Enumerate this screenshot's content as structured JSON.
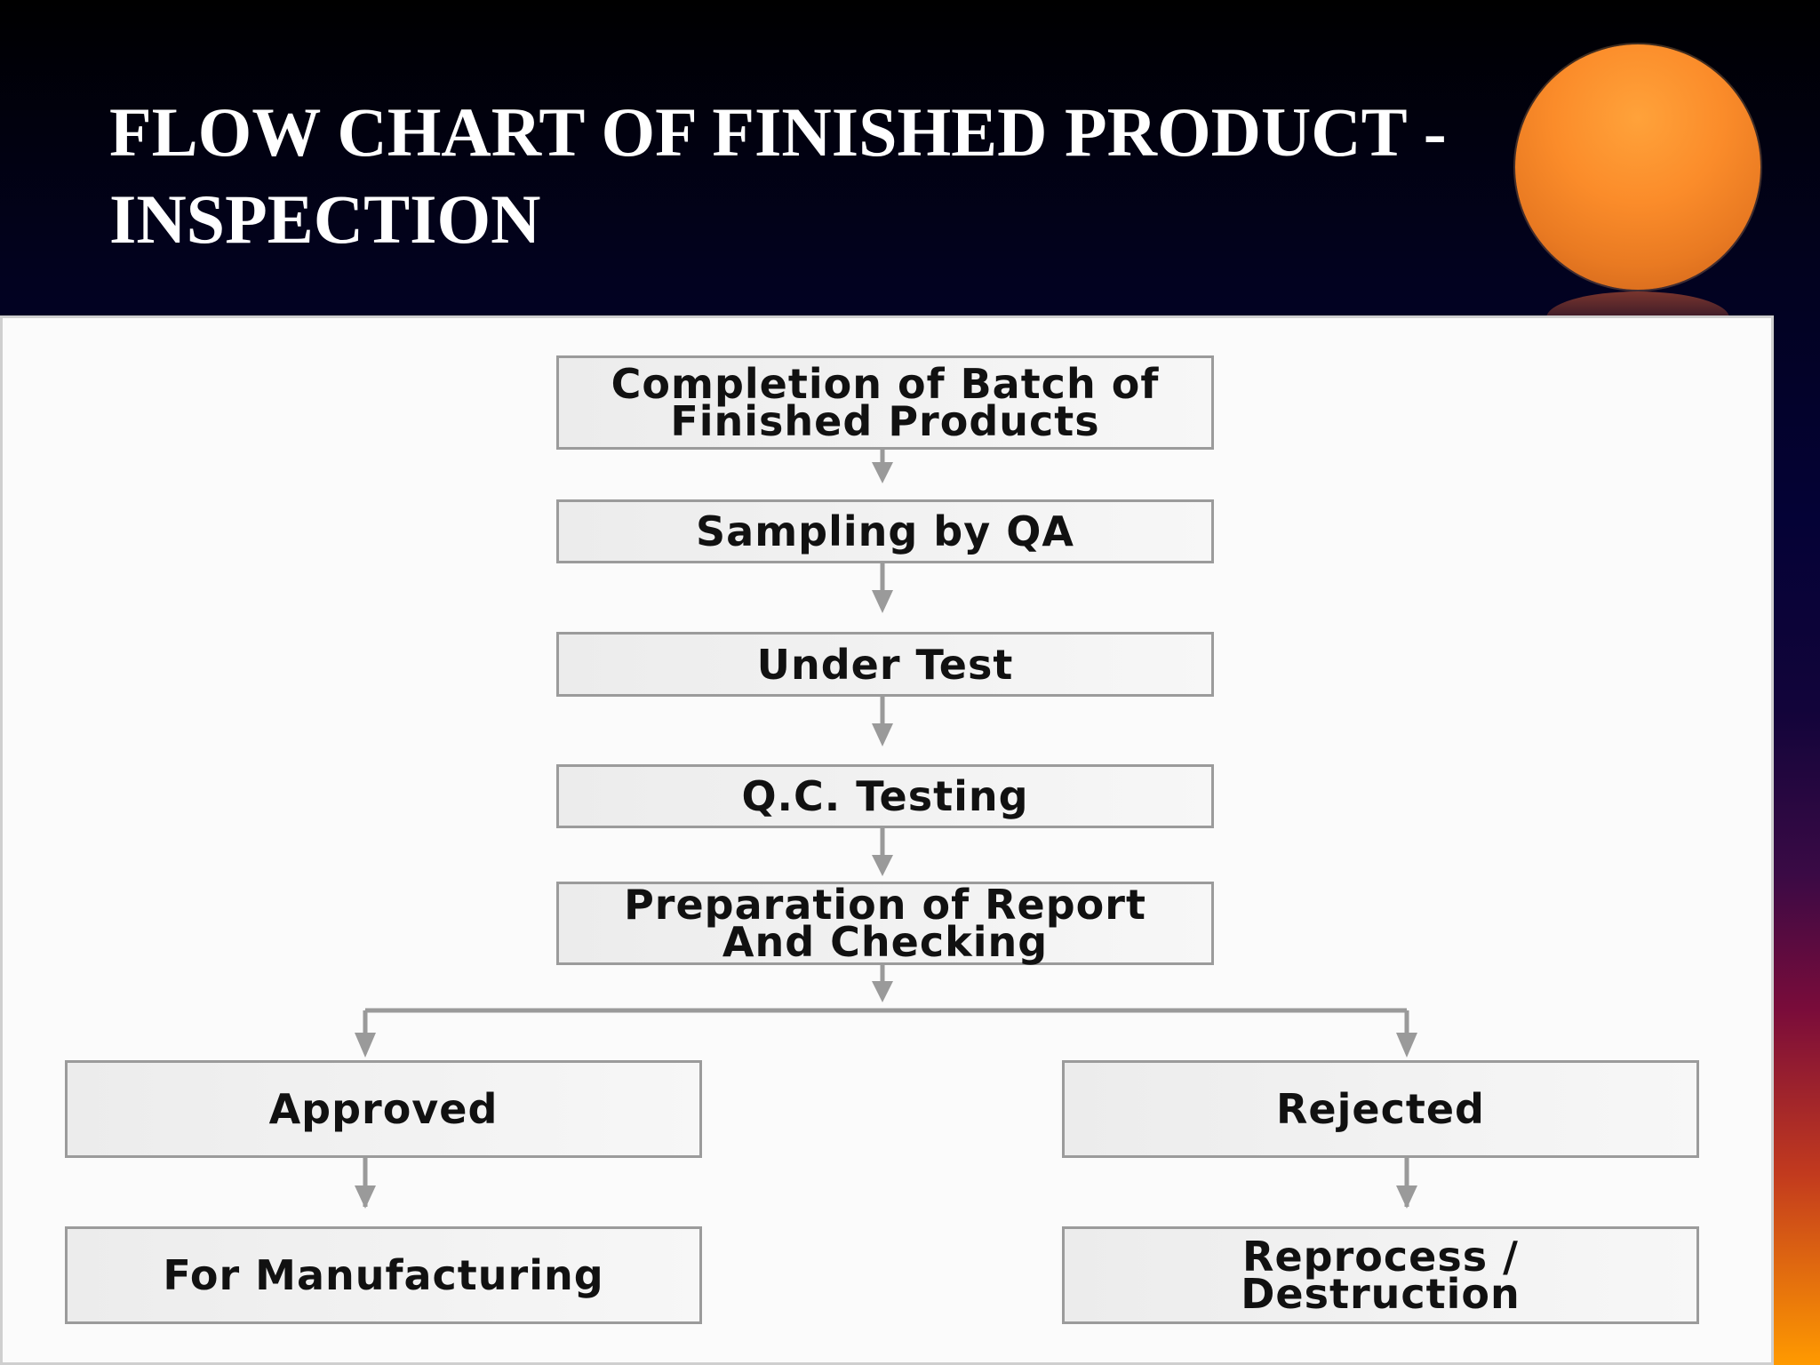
{
  "slide": {
    "title_line1": "FLOW CHART OF FINISHED PRODUCT -",
    "title_line2": "INSPECTION"
  },
  "flowchart": {
    "steps": [
      {
        "id": "completion",
        "label": "Completion of Batch of\nFinished Products"
      },
      {
        "id": "sampling",
        "label": "Sampling by QA"
      },
      {
        "id": "under-test",
        "label": "Under Test"
      },
      {
        "id": "qc-testing",
        "label": "Q.C. Testing"
      },
      {
        "id": "report",
        "label": "Preparation of Report\nAnd Checking"
      }
    ],
    "branches": {
      "approved": {
        "label": "Approved",
        "next": "For Manufacturing"
      },
      "rejected": {
        "label": "Rejected",
        "next": "Reprocess /\nDestruction"
      }
    }
  },
  "colors": {
    "box_border": "#9b9b9b",
    "connector": "#9a9a9a",
    "orb": "#fb8c2a"
  }
}
